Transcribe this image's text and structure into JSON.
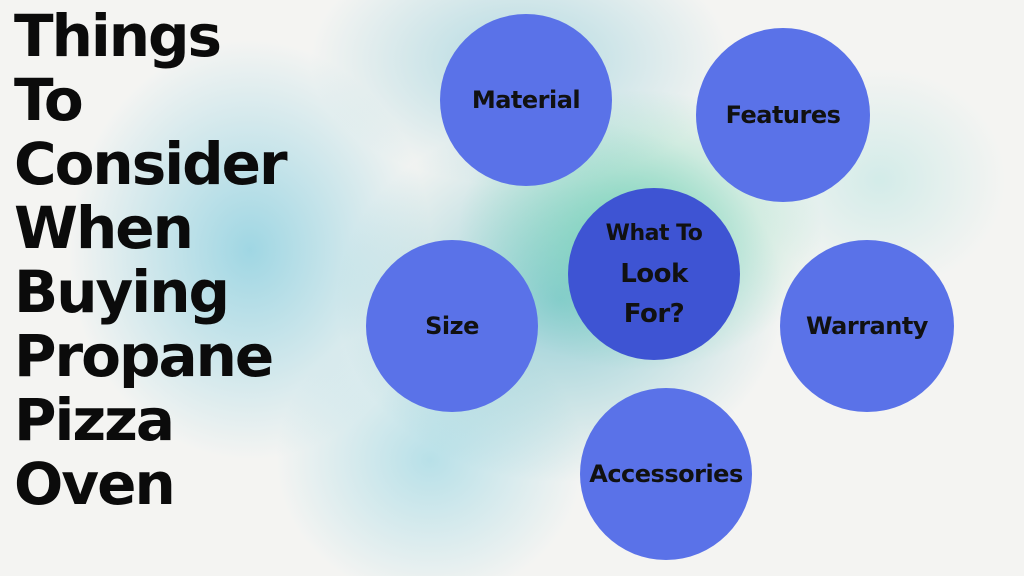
{
  "title": {
    "lines": [
      "Things",
      "To",
      "Consider",
      "When",
      "Buying",
      "Propane",
      "Pizza",
      "Oven"
    ]
  },
  "diagram": {
    "center": {
      "lines": [
        "What To",
        "Look",
        "For?"
      ]
    },
    "nodes": {
      "material": "Material",
      "features": "Features",
      "size": "Size",
      "warranty": "Warranty",
      "accessories": "Accessories"
    },
    "colors": {
      "node": "#5a72e8",
      "center": "#3e54d3",
      "text": "#111111"
    }
  }
}
